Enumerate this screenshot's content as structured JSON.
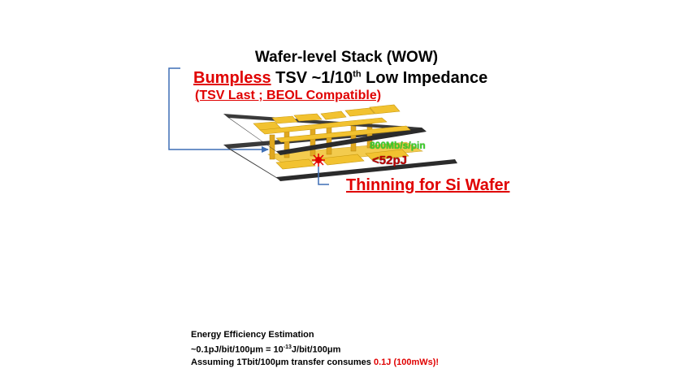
{
  "title": "Wafer-level Stack (WOW)",
  "headline": {
    "highlight": "Bumpless",
    "rest_before": " TSV ~1/10",
    "sup": "th",
    "rest_after": " Low Impedance"
  },
  "subtitle": "(TSV Last ; BEOL Compatible)",
  "thinning_label": "Thinning for Si Wafer",
  "bandwidth_label": "800Mb/s/pin",
  "energy_label": "<52pJ",
  "notes": {
    "line1": "Energy Efficiency Estimation",
    "line2_a": "~0.1pJ/bit/100",
    "line2_mu1": "μ",
    "line2_b": "m = 10",
    "line2_sup": "-13",
    "line2_c": "J/bit/100",
    "line2_mu2": "μ",
    "line2_d": "m",
    "line3_a": "Assuming 1Tbit/100",
    "line3_mu": "μ",
    "line3_b": "m transfer consumes ",
    "line3_red": "0.1J (100mWs)!"
  },
  "colors": {
    "wafer": "#3a3a3a",
    "wiring": "#f2c230",
    "wiring_dark": "#c99a10",
    "bracket": "#3f6fb5",
    "accent_red": "#e00000",
    "bandwidth_green": "#3ccf2a"
  }
}
